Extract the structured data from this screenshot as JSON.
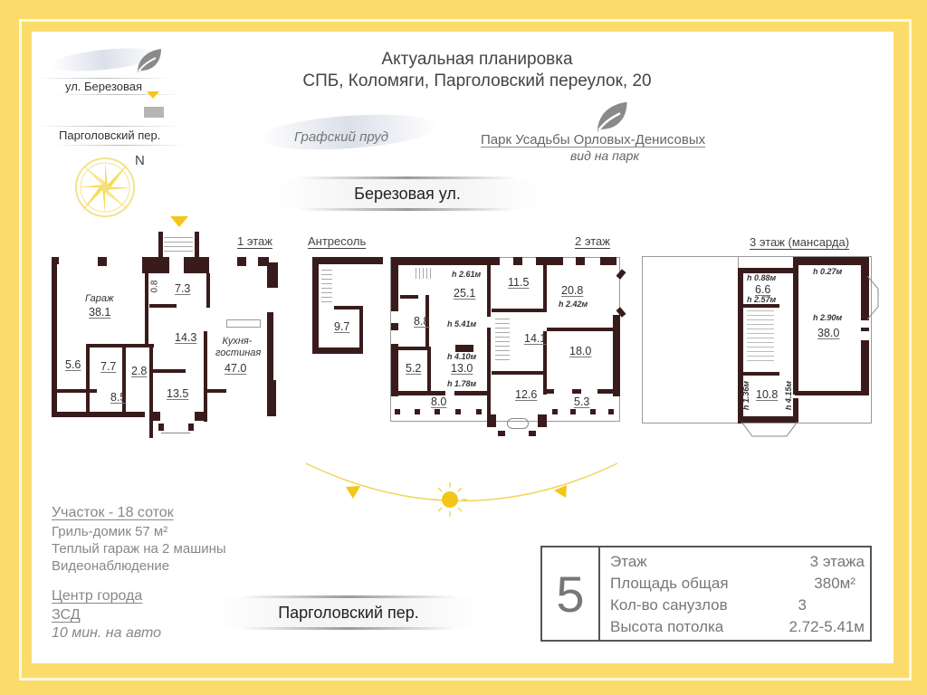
{
  "header": {
    "title_line1": "Актуальная планировка",
    "title_line2": "СПБ, Коломяги, Парголовский переулок, 20"
  },
  "legend": {
    "street_top": "ул. Березовая",
    "street_bottom": "Парголовский пер.",
    "north": "N"
  },
  "landmarks": {
    "pond": "Графский пруд",
    "park_name": "Парк Усадьбы Орловых-Денисовых",
    "park_view": "вид на парк"
  },
  "streets": {
    "top": "Березовая ул.",
    "bottom": "Парголовский пер."
  },
  "floors": [
    {
      "label": "1 этаж",
      "rooms": [
        {
          "name": "Гараж",
          "area": "38.1"
        },
        {
          "area": "7.3"
        },
        {
          "area": "0.8"
        },
        {
          "area": "14.3"
        },
        {
          "name": "Кухня-гостиная",
          "area": "47.0"
        },
        {
          "area": "5.6"
        },
        {
          "area": "7.7"
        },
        {
          "area": "2.8"
        },
        {
          "area": "8.5"
        },
        {
          "area": "13.5"
        }
      ]
    },
    {
      "label": "Антресоль",
      "rooms": [
        {
          "area": "9.7"
        }
      ]
    },
    {
      "label": "2 этаж",
      "rooms": [
        {
          "area": "25.1",
          "height": "h 2.61м"
        },
        {
          "area": "11.5"
        },
        {
          "area": "20.8",
          "height": "h 2.42м"
        },
        {
          "area": "8.8"
        },
        {
          "height": "h 5.41м"
        },
        {
          "area": "14.1"
        },
        {
          "area": "18.0"
        },
        {
          "area": "5.2"
        },
        {
          "area": "13.0",
          "height": "h 4.10м",
          "height2": "h 1.78м"
        },
        {
          "area": "8.0"
        },
        {
          "area": "12.6"
        },
        {
          "area": "5.3"
        }
      ]
    },
    {
      "label": "3 этаж (мансарда)",
      "rooms": [
        {
          "area": "6.6",
          "height": "h 0.88м",
          "height2": "h 2.57м"
        },
        {
          "area": "38.0",
          "height": "h 0.27м",
          "height2": "h 2.90м"
        },
        {
          "area": "10.8",
          "height": "h 1.36м",
          "height2": "h 4.15м"
        }
      ]
    }
  ],
  "facts": {
    "plot": "Участок - 18 соток",
    "items": [
      "Гриль-домик 57 м²",
      "Теплый гараж на 2 машины",
      "Видеонаблюдение"
    ],
    "center": "Центр города",
    "zsd": "ЗСД",
    "drive": "10 мин. на авто"
  },
  "stats": {
    "big_number": "5",
    "rows": [
      {
        "label": "Этаж",
        "value": "3 этажа"
      },
      {
        "label": "Площадь общая",
        "value": "380м²"
      },
      {
        "label": "Кол-во санузлов",
        "value": "3"
      },
      {
        "label": "Высота потолка",
        "value": "2.72-5.41м"
      }
    ]
  },
  "colors": {
    "frame": "#fbdc6b",
    "wall": "#3a1b1b",
    "sun": "#f5c518",
    "text_gray": "#777777"
  }
}
